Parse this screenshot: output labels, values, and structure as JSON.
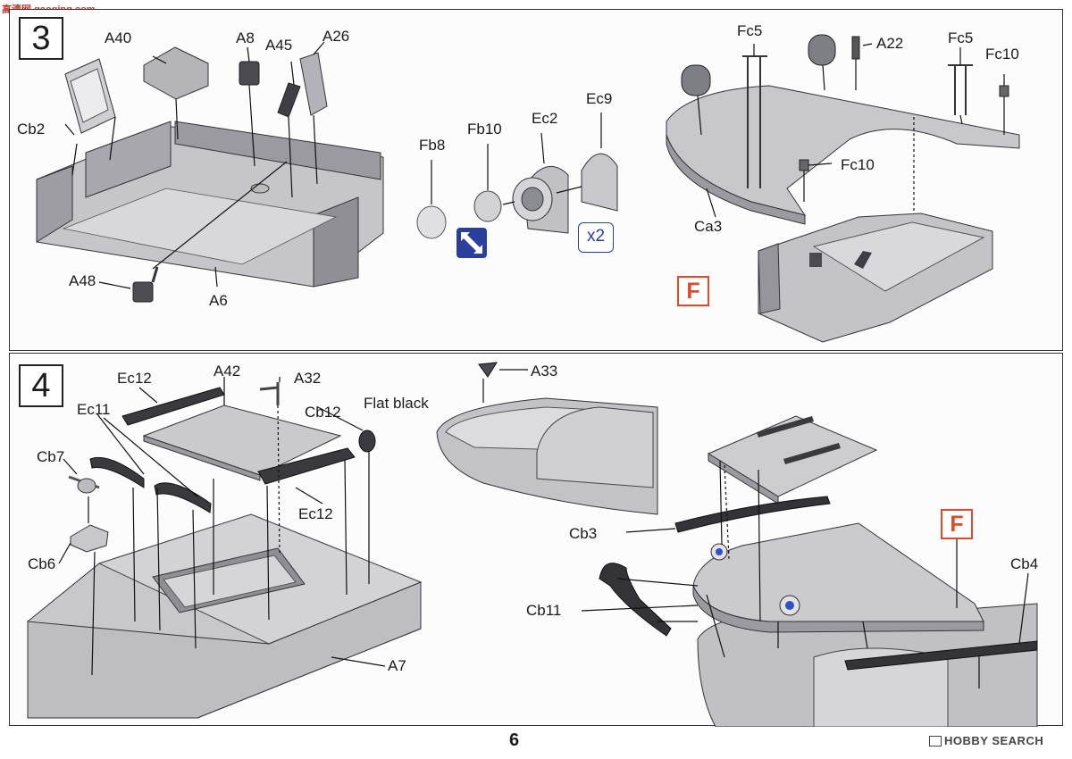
{
  "watermark": "高清网 gaoqing.com",
  "page_number": "6",
  "brand": "HOBBY SEARCH",
  "steps": [
    {
      "number": "3",
      "labels": {
        "A40": "A40",
        "A8": "A8",
        "A45": "A45",
        "A26": "A26",
        "Cb2": "Cb2",
        "A48": "A48",
        "A6": "A6",
        "Fb8": "Fb8",
        "Fb10": "Fb10",
        "Ec2": "Ec2",
        "Ec9": "Ec9",
        "Fc5a": "Fc5",
        "A22": "A22",
        "Fc5b": "Fc5",
        "Fc10a": "Fc10",
        "Fc10b": "Fc10",
        "Ca3": "Ca3"
      },
      "multiplier": "x2",
      "callout": "F"
    },
    {
      "number": "4",
      "labels": {
        "Ec12a": "Ec12",
        "A42": "A42",
        "A32": "A32",
        "Cb12": "Cb12",
        "FlatBlack": "Flat black",
        "Ec11": "Ec11",
        "Cb7": "Cb7",
        "Ec12b": "Ec12",
        "Cb6": "Cb6",
        "A7": "A7",
        "A33": "A33",
        "Cb3": "Cb3",
        "Cb4": "Cb4",
        "Cb11": "Cb11"
      },
      "callout": "F"
    }
  ],
  "colors": {
    "part_gray": "#c8c8cc",
    "part_dark": "#8e8e94",
    "rubber": "#3a3a3e",
    "callout_red": "#e04a2a",
    "icon_blue": "#2a3f9c",
    "lens_blue": "#3050c8"
  },
  "icons": [
    "cement-icon",
    "multiply-icon"
  ]
}
